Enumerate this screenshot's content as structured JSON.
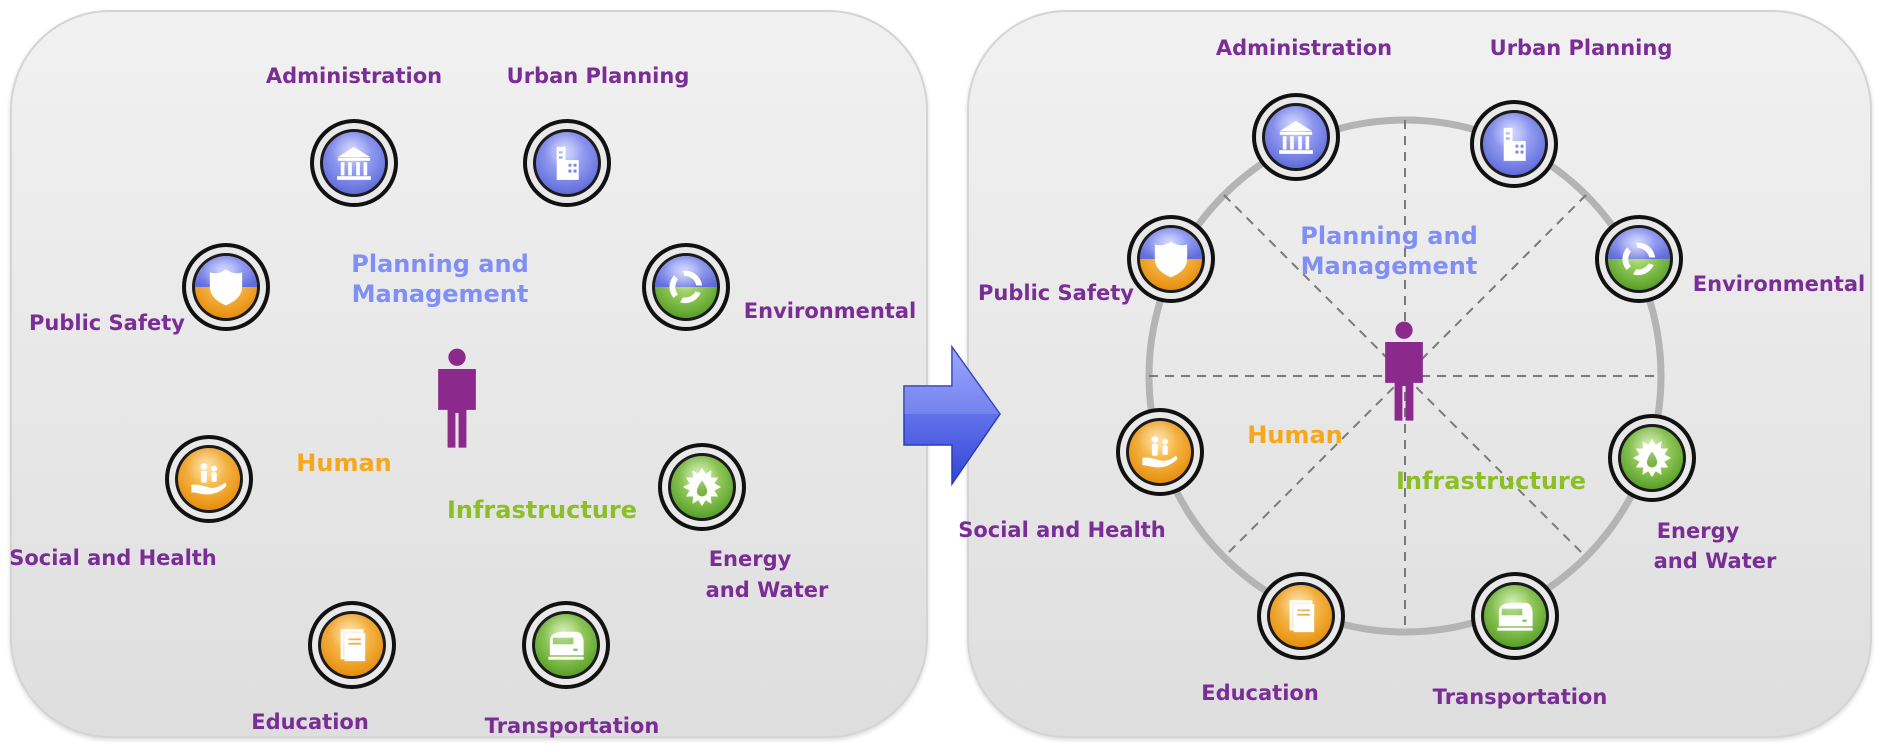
{
  "colors": {
    "label_purple": "#7b2d96",
    "planning_blue": "#7f8ff5",
    "human_orange": "#f5a81e",
    "infrastructure_green": "#8cbf26",
    "icon_blue": "#7b86ea",
    "icon_orange": "#f2a21c",
    "icon_green": "#76b83a",
    "arrow_blue": "#4a5fe6",
    "person_purple": "#8b2a8c"
  },
  "categories": {
    "planning": [
      "Planning and",
      "Management"
    ],
    "human": "Human",
    "infrastructure": "Infrastructure"
  },
  "domains": {
    "administration": {
      "label": "Administration",
      "icon": "building-columns-icon"
    },
    "urban_planning": {
      "label": "Urban Planning",
      "icon": "office-building-icon"
    },
    "public_safety": {
      "label": "Public Safety",
      "icon": "police-badge-icon"
    },
    "environmental": {
      "label": "Environmental",
      "icon": "recycle-icon"
    },
    "social_health": {
      "label": "Social and Health",
      "icon": "family-hand-icon"
    },
    "energy_water": {
      "label": [
        "Energy",
        "and Water"
      ],
      "icon": "sun-drop-icon"
    },
    "education": {
      "label": "Education",
      "icon": "book-icon"
    },
    "transportation": {
      "label": "Transportation",
      "icon": "train-icon"
    }
  },
  "center_icon": "person-icon",
  "transition_icon": "arrow-right-icon"
}
